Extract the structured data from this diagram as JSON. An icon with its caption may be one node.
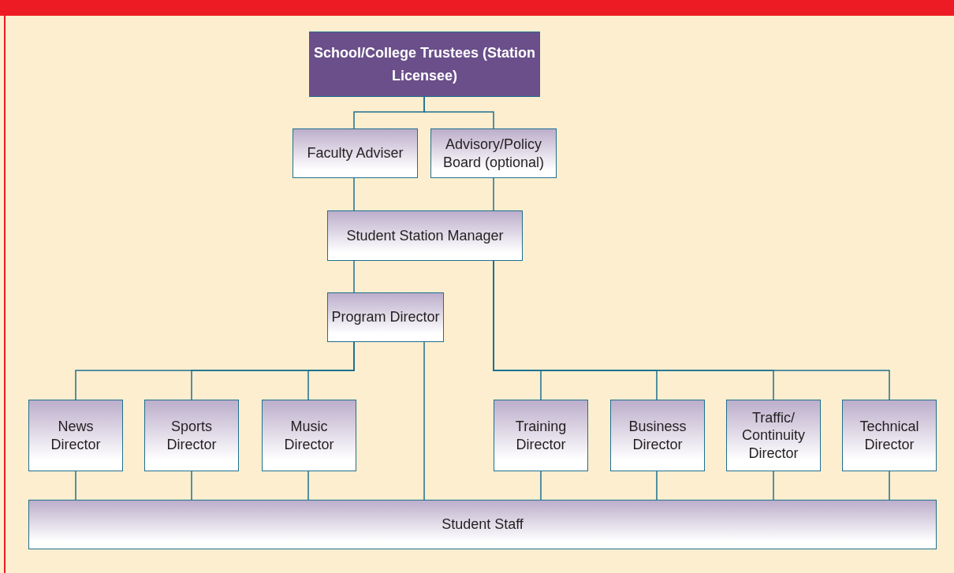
{
  "diagram": {
    "nodes": [
      {
        "text": [
          "School/College Trustees (Station Licensee)"
        ]
      },
      {
        "text": [
          "Faculty Adviser"
        ]
      },
      {
        "text": [
          "Advisory/Policy Board (optional)"
        ]
      },
      {
        "text": [
          "Student Station Manager"
        ]
      },
      {
        "text": [
          "Program Director"
        ]
      },
      {
        "text": [
          "News Director"
        ]
      },
      {
        "text": [
          "Sports Director"
        ]
      },
      {
        "text": [
          "Music Director"
        ]
      },
      {
        "text": [
          "Training Director"
        ]
      },
      {
        "text": [
          "Business Director"
        ]
      },
      {
        "text": [
          "Traffic/ Continuity Director"
        ]
      },
      {
        "text": [
          "Technical Director"
        ]
      },
      {
        "text": [
          "Student Staff"
        ]
      }
    ],
    "edges": [
      {
        "from": 0,
        "to": 1,
        "arrow": "none"
      },
      {
        "from": 0,
        "to": 2,
        "arrow": "none"
      },
      {
        "from": 1,
        "to": 3,
        "arrow": "none"
      },
      {
        "from": 2,
        "to": 3,
        "arrow": "none"
      },
      {
        "from": 3,
        "to": 4,
        "arrow": "none"
      },
      {
        "from": 4,
        "to": 5,
        "arrow": "none"
      },
      {
        "from": 4,
        "to": 6,
        "arrow": "none"
      },
      {
        "from": 4,
        "to": 7,
        "arrow": "none"
      },
      {
        "from": 4,
        "to": 12,
        "arrow": "none"
      },
      {
        "from": 3,
        "to": 8,
        "arrow": "none"
      },
      {
        "from": 3,
        "to": 9,
        "arrow": "none"
      },
      {
        "from": 3,
        "to": 10,
        "arrow": "none"
      },
      {
        "from": 3,
        "to": 11,
        "arrow": "none"
      },
      {
        "from": 5,
        "to": 12,
        "arrow": "none"
      },
      {
        "from": 6,
        "to": 12,
        "arrow": "none"
      },
      {
        "from": 7,
        "to": 12,
        "arrow": "none"
      },
      {
        "from": 8,
        "to": 12,
        "arrow": "none"
      },
      {
        "from": 9,
        "to": 12,
        "arrow": "none"
      },
      {
        "from": 10,
        "to": 12,
        "arrow": "none"
      },
      {
        "from": 11,
        "to": 12,
        "arrow": "none"
      }
    ]
  }
}
